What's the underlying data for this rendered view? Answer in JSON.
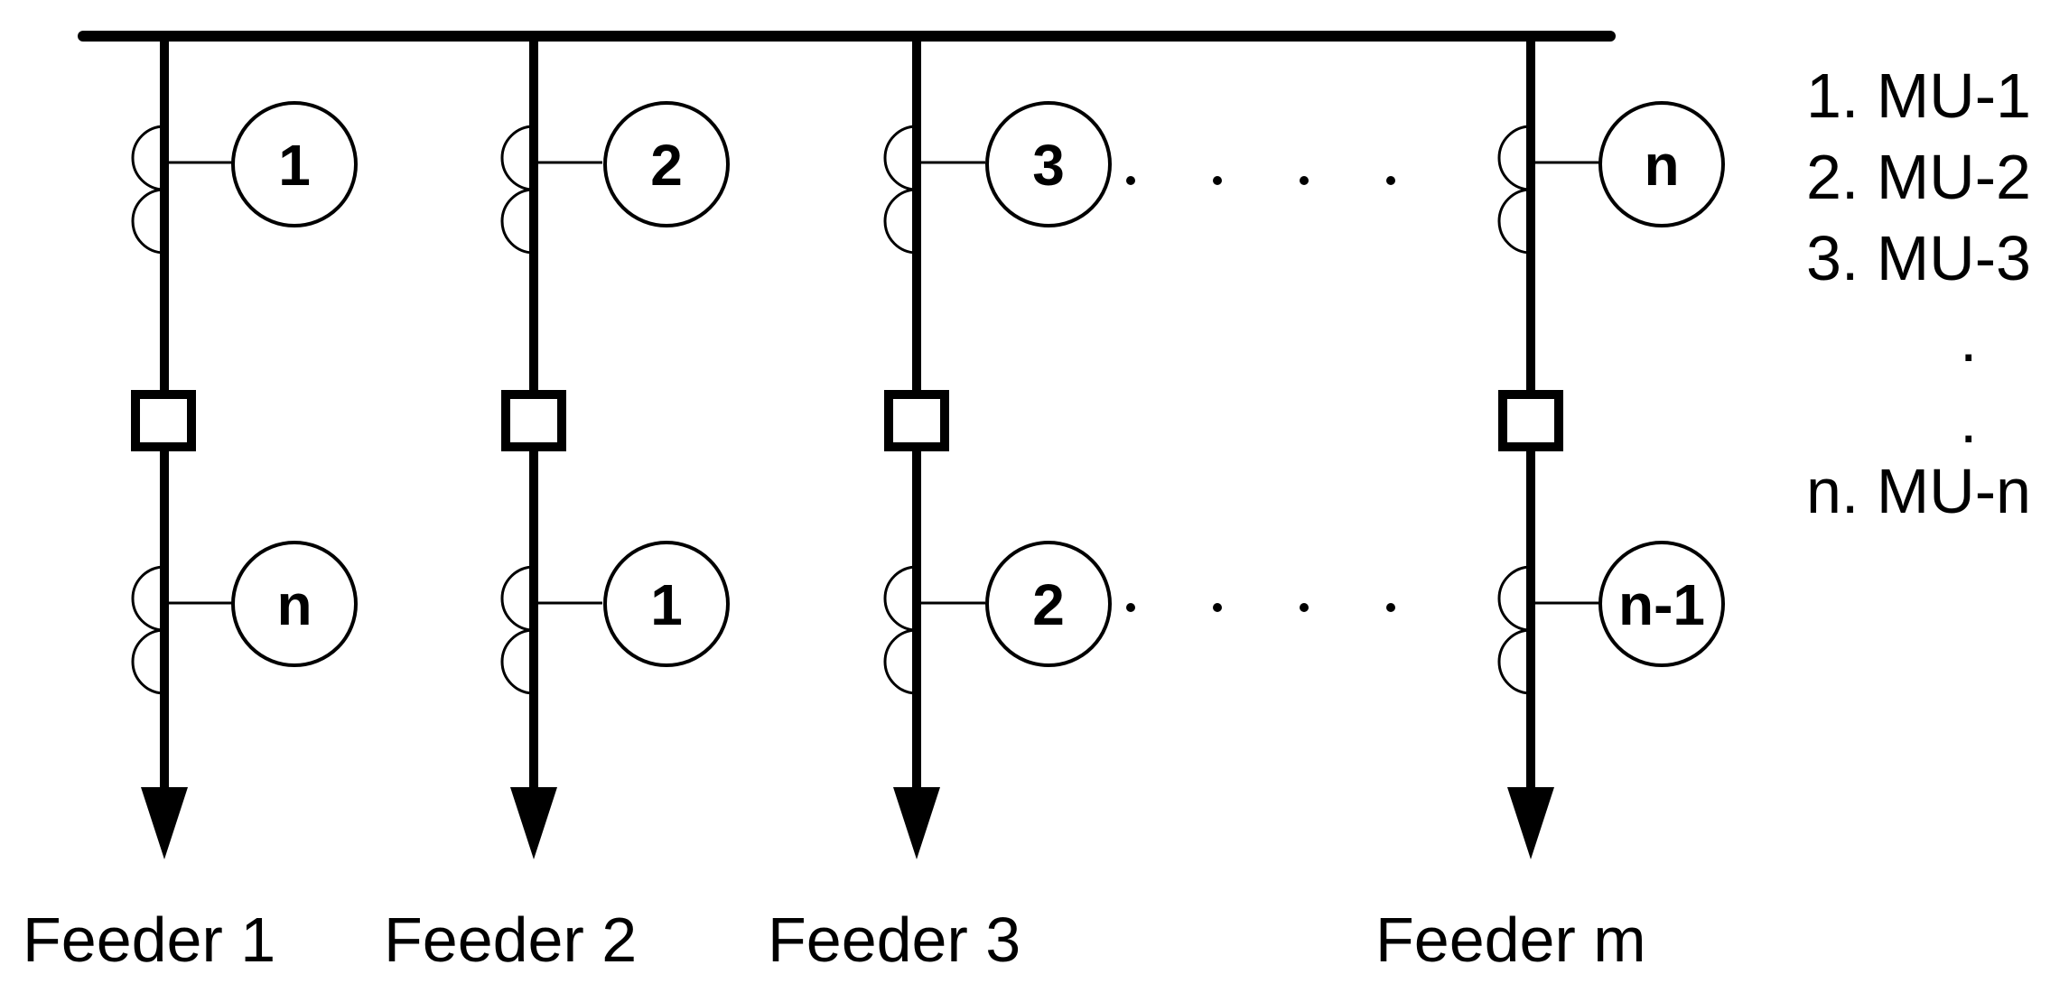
{
  "feeders": [
    {
      "label": "Feeder 1",
      "mu_top": "1",
      "mu_bottom": "n"
    },
    {
      "label": "Feeder 2",
      "mu_top": "2",
      "mu_bottom": "1"
    },
    {
      "label": "Feeder 3",
      "mu_top": "3",
      "mu_bottom": "2"
    },
    {
      "label": "Feeder m",
      "mu_top": "n",
      "mu_bottom": "n-1"
    }
  ],
  "legend": [
    "1. MU-1",
    "2. MU-2",
    "3. MU-3",
    ".",
    ".",
    "n. MU-n"
  ]
}
